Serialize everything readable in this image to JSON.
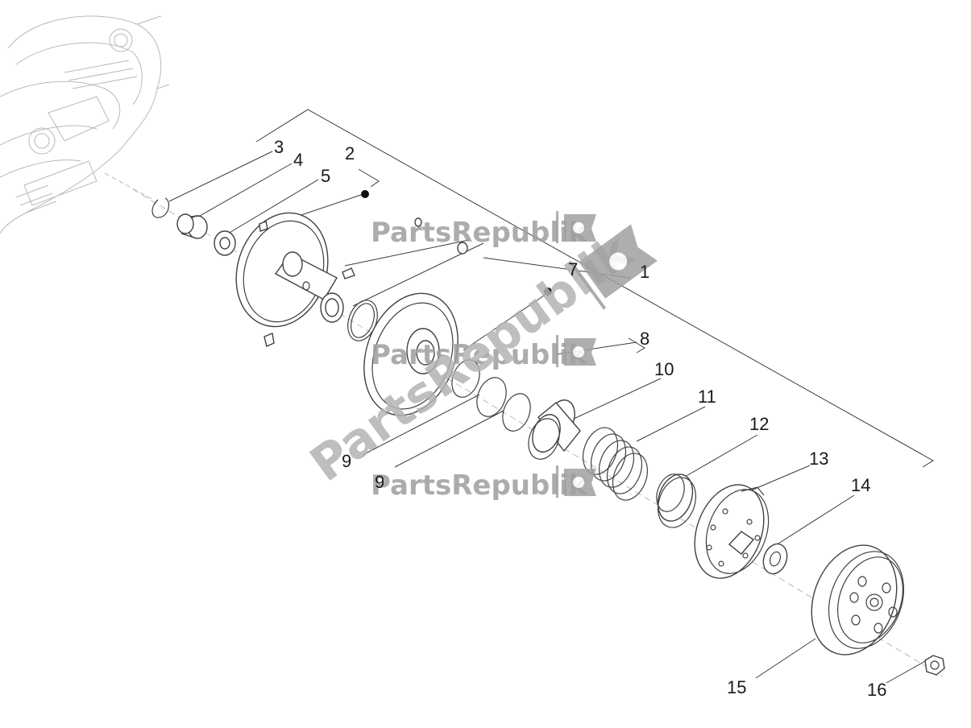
{
  "diagram": {
    "part_numbers": [
      "1",
      "2",
      "3",
      "4",
      "5",
      "7",
      "8",
      "9",
      "10",
      "11",
      "12",
      "13",
      "14",
      "15",
      "16"
    ],
    "watermark": {
      "brand": "PartsRepublik"
    },
    "colors": {
      "line": "#3b3b3b",
      "watermark": "#9e9e9e",
      "background": "#ffffff"
    },
    "icons": [
      "gear-icon",
      "bullet-dot"
    ]
  }
}
